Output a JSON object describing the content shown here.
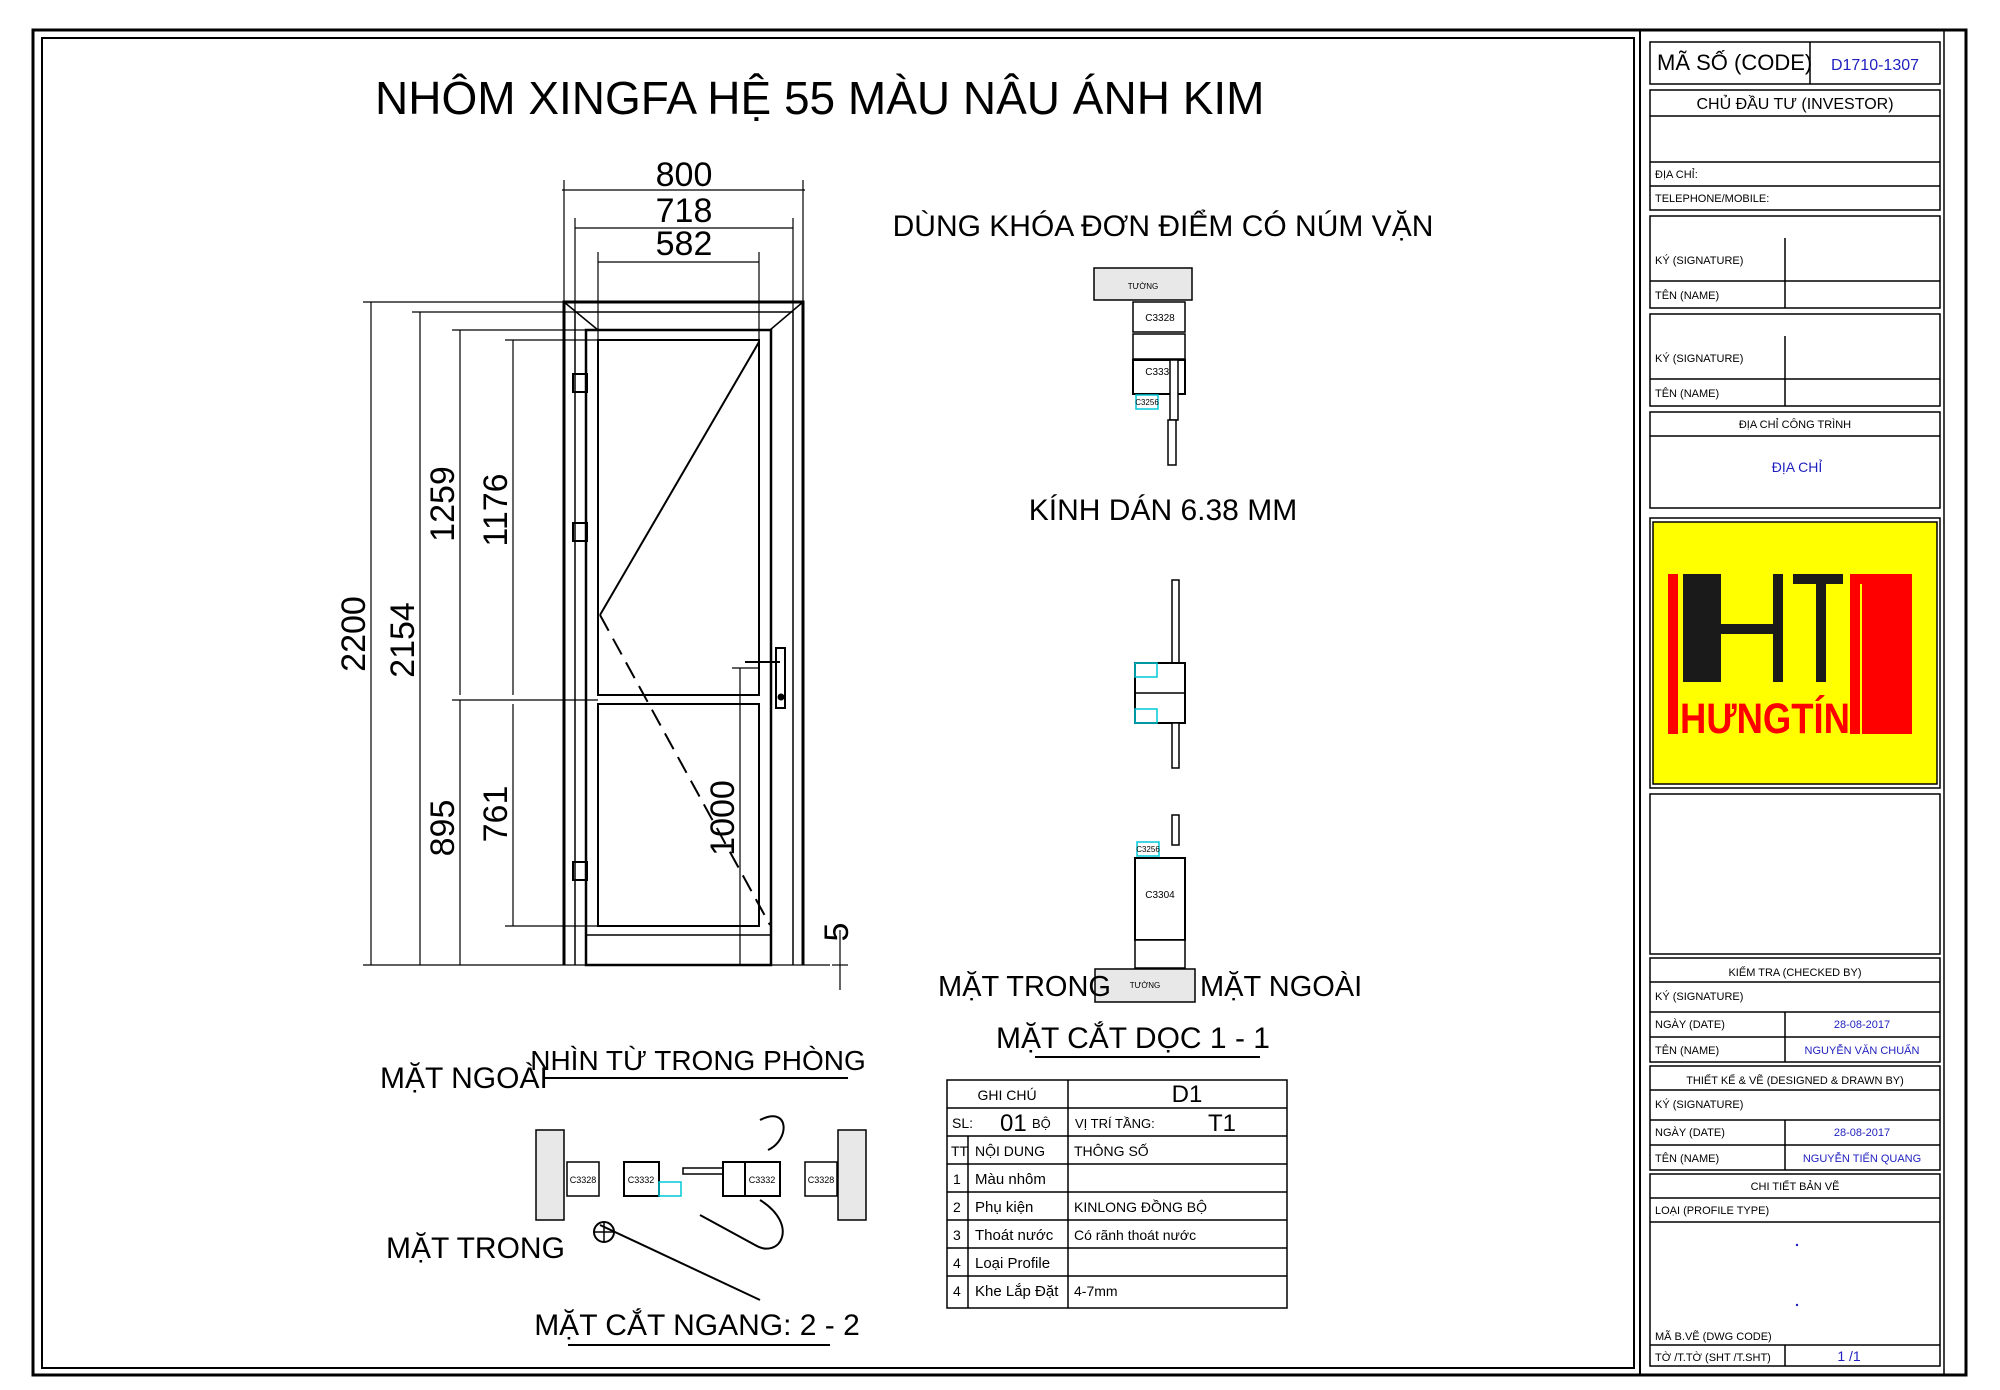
{
  "title": "NHÔM XINGFA HỆ 55 MÀU NÂU ÁNH KIM",
  "dims": {
    "w800": "800",
    "w718": "718",
    "w582": "582",
    "h2200": "2200",
    "h2154": "2154",
    "h1259": "1259",
    "h1176": "1176",
    "h895": "895",
    "h761": "761",
    "h1000": "1000",
    "h5": "5"
  },
  "notes": {
    "lock": "DÙNG KHÓA ĐƠN ĐIỂM CÓ NÚM VẶN",
    "glass": "KÍNH DÁN 6.38 MM",
    "inside_right": "MẶT TRONG",
    "outside_right": "MẶT NGOÀI",
    "section_v": "MẶT CẮT DỌC 1 - 1",
    "outside_left": "MẶT NGOÀI",
    "view_from": "NHÌN TỪ TRONG  PHÒNG",
    "inside_left": "MẶT TRONG",
    "section_h": "MẶT CẮT NGANG: 2 - 2"
  },
  "profiles": {
    "wall": "TƯỜNG",
    "c3328": "C3328",
    "c3332": "C3332",
    "c3256": "C3256",
    "c3304": "C3304"
  },
  "spec": {
    "ghichu": "GHI CHÚ",
    "code": "D1",
    "sl_label": "SL:",
    "sl_value": "01",
    "sl_unit": "BỘ",
    "vitri_label": "VỊ TRÍ TẦNG:",
    "vitri_value": "T1",
    "head_tt": "TT",
    "head_nd": "NỘI DUNG",
    "head_ts": "THÔNG SỐ",
    "rows": [
      {
        "tt": "1",
        "nd": "Màu nhôm",
        "ts": ""
      },
      {
        "tt": "2",
        "nd": "Phụ kiện",
        "ts": "KINLONG ĐỒNG BỘ"
      },
      {
        "tt": "3",
        "nd": "Thoát nước",
        "ts": "Có rãnh thoát nước"
      },
      {
        "tt": "4",
        "nd": "Loại Profile",
        "ts": ""
      },
      {
        "tt": "4",
        "nd": "Khe Lắp Đặt",
        "ts": "4-7mm"
      }
    ]
  },
  "titleblock": {
    "code_label": "MÃ SỐ (CODE)",
    "code_value": "D1710-1307",
    "investor": "CHỦ ĐẦU TƯ (INVESTOR)",
    "address": "ĐỊA CHỈ:",
    "phone": "TELEPHONE/MOBILE:",
    "sig1": "KÝ (SIGNATURE)",
    "name1": "TÊN (NAME)",
    "sig2": "KÝ (SIGNATURE)",
    "name2": "TÊN (NAME)",
    "site_label": "ĐỊA CHỈ CÔNG TRÌNH",
    "site_value": "ĐỊA CHỈ",
    "logo_text": "HƯNGTÍN",
    "checked": "KIỂM TRA (CHECKED BY)",
    "c_sig": "KÝ (SIGNATURE)",
    "c_date_label": "NGÀY (DATE)",
    "c_date": "28-08-2017",
    "c_name_label": "TÊN (NAME)",
    "c_name": "NGUYỄN VĂN CHUẨN",
    "designed": "THIẾT KẾ & VẼ (DESIGNED & DRAWN BY)",
    "d_sig": "KÝ (SIGNATURE)",
    "d_date_label": "NGÀY (DATE)",
    "d_date": "28-08-2017",
    "d_name_label": "TÊN (NAME)",
    "d_name": "NGUYỄN TIẾN QUANG",
    "detail": "CHI TIẾT BẢN VẼ",
    "ptype": "LOẠI (PROFILE TYPE)",
    "dwg": "MÃ B.VẼ (DWG CODE)",
    "sheet_label": "TỜ /T.TỜ (SHT /T.SHT)",
    "sheet_value": "1 /1"
  },
  "colors": {
    "logo_bg": "#ffff00",
    "logo_red": "#ff0000",
    "logo_black": "#1a1a1a",
    "accent_blue": "#1f1fbf",
    "profile_cyan": "#00c8d8"
  }
}
